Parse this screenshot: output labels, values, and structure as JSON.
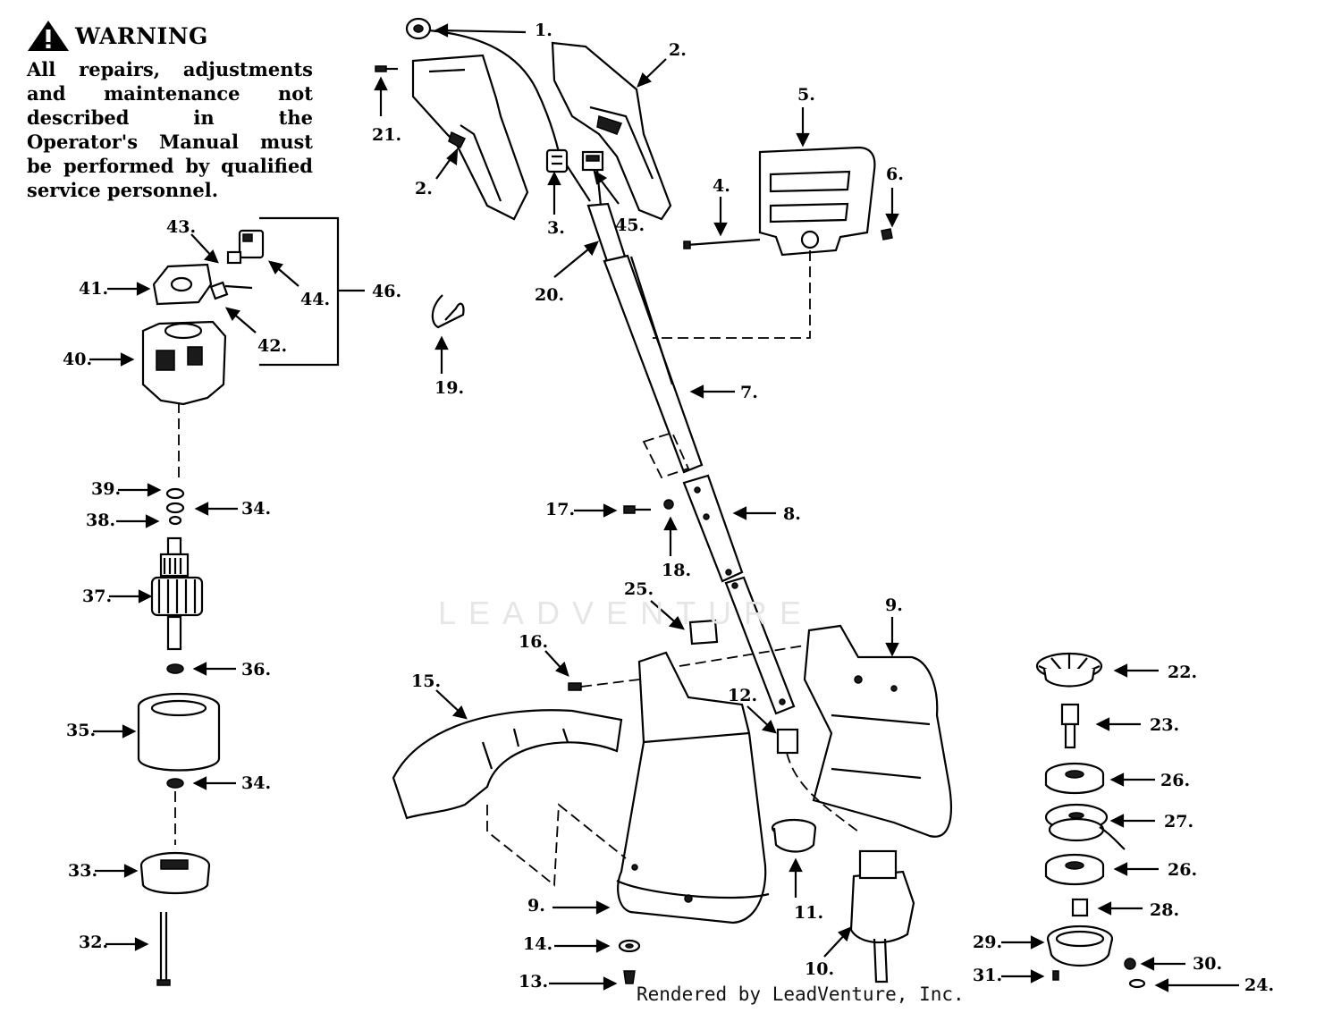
{
  "warning": {
    "title": "WARNING",
    "text": "All repairs, adjustments and maintenance not described in the Operator's Manual must be performed by qualified service personnel."
  },
  "watermark": "LEADVENTURE",
  "footer": "Rendered by LeadVenture, Inc.",
  "callouts": [
    "1.",
    "2.",
    "2.",
    "3.",
    "4.",
    "5.",
    "6.",
    "7.",
    "8.",
    "9.",
    "9.",
    "10.",
    "11.",
    "12.",
    "13.",
    "14.",
    "15.",
    "16.",
    "17.",
    "18.",
    "19.",
    "20.",
    "21.",
    "22.",
    "23.",
    "24.",
    "25.",
    "26.",
    "26.",
    "27.",
    "28.",
    "29.",
    "30.",
    "31.",
    "32.",
    "33.",
    "34.",
    "34.",
    "35.",
    "36.",
    "37.",
    "38.",
    "39.",
    "40.",
    "41.",
    "42.",
    "43.",
    "44.",
    "45.",
    "46."
  ]
}
